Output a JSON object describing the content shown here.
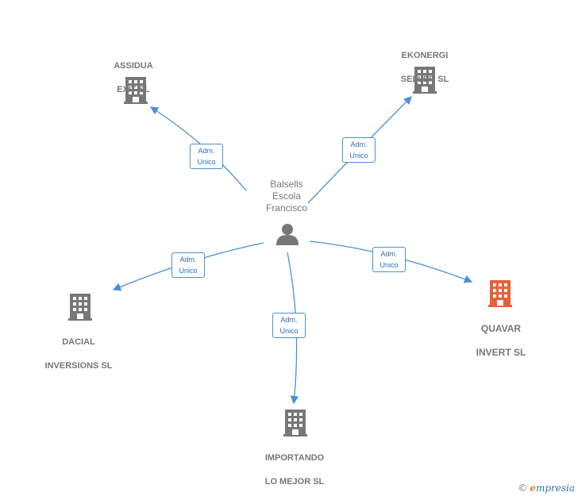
{
  "person": {
    "lines": [
      "Balsells",
      "Escola",
      "Francisco"
    ],
    "icon": "person-icon"
  },
  "companies": [
    {
      "id": "assidua",
      "lines": [
        "ASSIDUA",
        "EXIT  SL"
      ],
      "icon": "building-icon",
      "color": "#777777"
    },
    {
      "id": "ekonergi",
      "lines": [
        "EKONERGI",
        "SELLER  SL"
      ],
      "icon": "building-icon",
      "color": "#777777"
    },
    {
      "id": "dacial",
      "lines": [
        "DACIAL",
        "INVERSIONS SL"
      ],
      "icon": "building-icon",
      "color": "#777777"
    },
    {
      "id": "importando",
      "lines": [
        "IMPORTANDO",
        "LO MEJOR  SL"
      ],
      "icon": "building-icon",
      "color": "#777777"
    },
    {
      "id": "quavar",
      "lines": [
        "QUAVAR",
        "INVERT  SL"
      ],
      "icon": "building-icon",
      "color": "#e8603a"
    }
  ],
  "relations": [
    {
      "to": "assidua",
      "role": [
        "Adm.",
        "Unico"
      ]
    },
    {
      "to": "ekonergi",
      "role": [
        "Adm.",
        "Unico"
      ]
    },
    {
      "to": "dacial",
      "role": [
        "Adm.",
        "Unico"
      ]
    },
    {
      "to": "importando",
      "role": [
        "Adm.",
        "Unico"
      ]
    },
    {
      "to": "quavar",
      "role": [
        "Adm.",
        "Unico"
      ]
    }
  ],
  "colors": {
    "edge": "#4a90d9",
    "node": "#777777",
    "highlight": "#e8603a"
  },
  "brand": {
    "copyright": "©",
    "initial": "e",
    "rest": "mpresia"
  }
}
